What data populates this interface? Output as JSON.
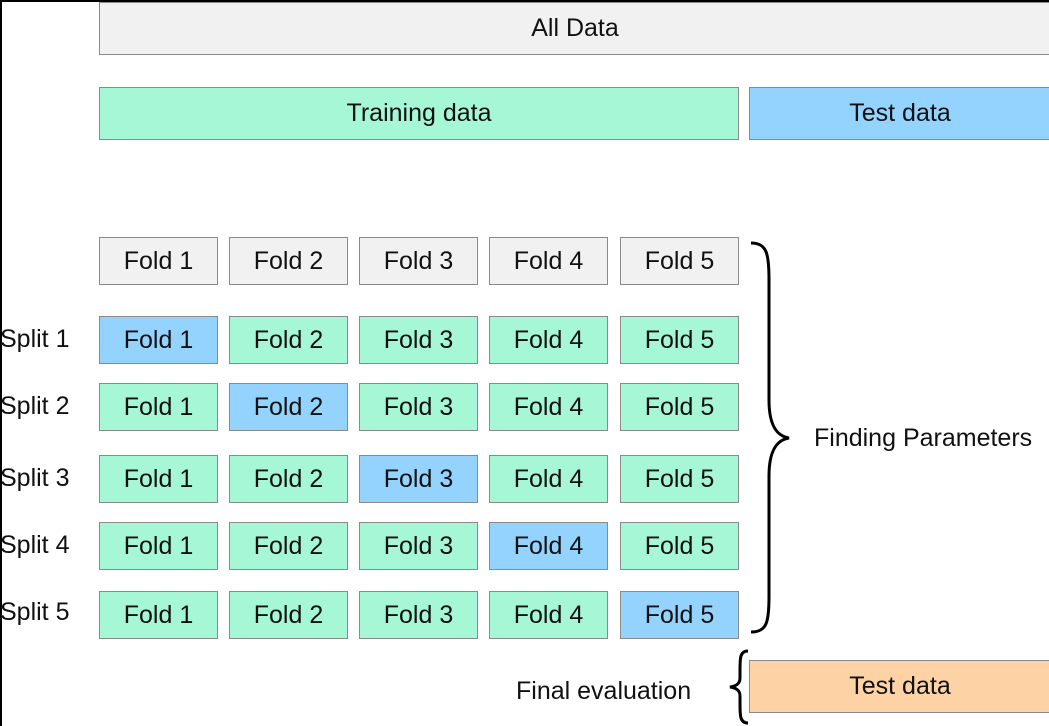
{
  "colors": {
    "all_data": "#f1f1f1",
    "training": "#a6f7d6",
    "test": "#94d3fd",
    "fold_header": "#f1f1f1",
    "final_test": "#fdd3a6",
    "border": "#8a8a8a",
    "brace": "#000000"
  },
  "all_data": {
    "label": "All Data"
  },
  "training_data": {
    "label": "Training data"
  },
  "test_data": {
    "label": "Test data"
  },
  "fold_headers": [
    "Fold 1",
    "Fold 2",
    "Fold 3",
    "Fold 4",
    "Fold 5"
  ],
  "splits": [
    {
      "label": "Split 1",
      "test_fold_index": 0,
      "folds": [
        "Fold 1",
        "Fold 2",
        "Fold 3",
        "Fold 4",
        "Fold 5"
      ]
    },
    {
      "label": "Split 2",
      "test_fold_index": 1,
      "folds": [
        "Fold 1",
        "Fold 2",
        "Fold 3",
        "Fold 4",
        "Fold 5"
      ]
    },
    {
      "label": "Split 3",
      "test_fold_index": 2,
      "folds": [
        "Fold 1",
        "Fold 2",
        "Fold 3",
        "Fold 4",
        "Fold 5"
      ]
    },
    {
      "label": "Split 4",
      "test_fold_index": 3,
      "folds": [
        "Fold 1",
        "Fold 2",
        "Fold 3",
        "Fold 4",
        "Fold 5"
      ]
    },
    {
      "label": "Split 5",
      "test_fold_index": 4,
      "folds": [
        "Fold 1",
        "Fold 2",
        "Fold 3",
        "Fold 4",
        "Fold 5"
      ]
    }
  ],
  "finding_parameters": {
    "label": "Finding Parameters"
  },
  "final_evaluation": {
    "label": "Final evaluation"
  },
  "final_test_data": {
    "label": "Test data"
  }
}
